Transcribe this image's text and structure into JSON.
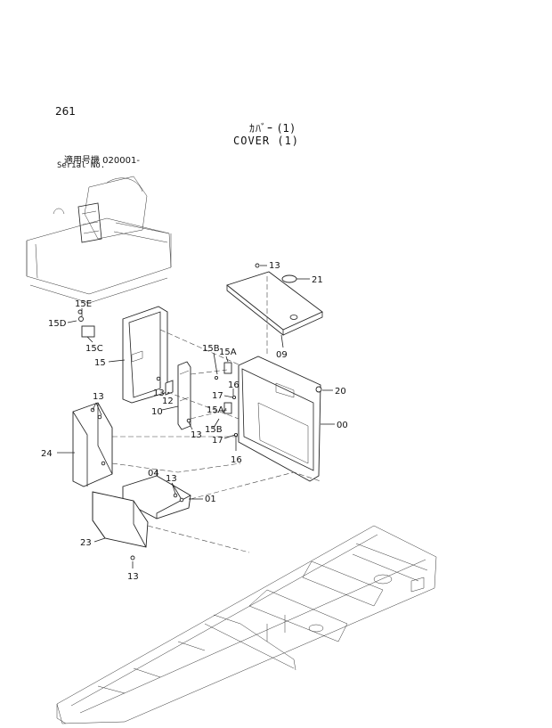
{
  "page_number": "261",
  "title_jp": "ｶﾊﾞｰ (1)",
  "title_en": "COVER (1)",
  "serial_jp": "適用号機  020001-",
  "serial_en": "Serial No.",
  "part_labels": {
    "p13a": "13",
    "p21": "21",
    "p09": "09",
    "p15e": "15E",
    "p15d": "15D",
    "p15c": "15C",
    "p15": "15",
    "p15b_top": "15B",
    "p15a_top": "15A",
    "p16_top": "16",
    "p17_top": "17",
    "p20": "20",
    "p13b": "13",
    "p12": "12",
    "p10": "10",
    "p15a_bot": "15A",
    "p13c": "13",
    "p15b_bot": "15B",
    "p17_bot": "17",
    "p00": "00",
    "p16_bot": "16",
    "p13d": "13",
    "p24": "24",
    "p04": "04",
    "p13e": "13",
    "p01": "01",
    "p23": "23",
    "p13f": "13"
  }
}
